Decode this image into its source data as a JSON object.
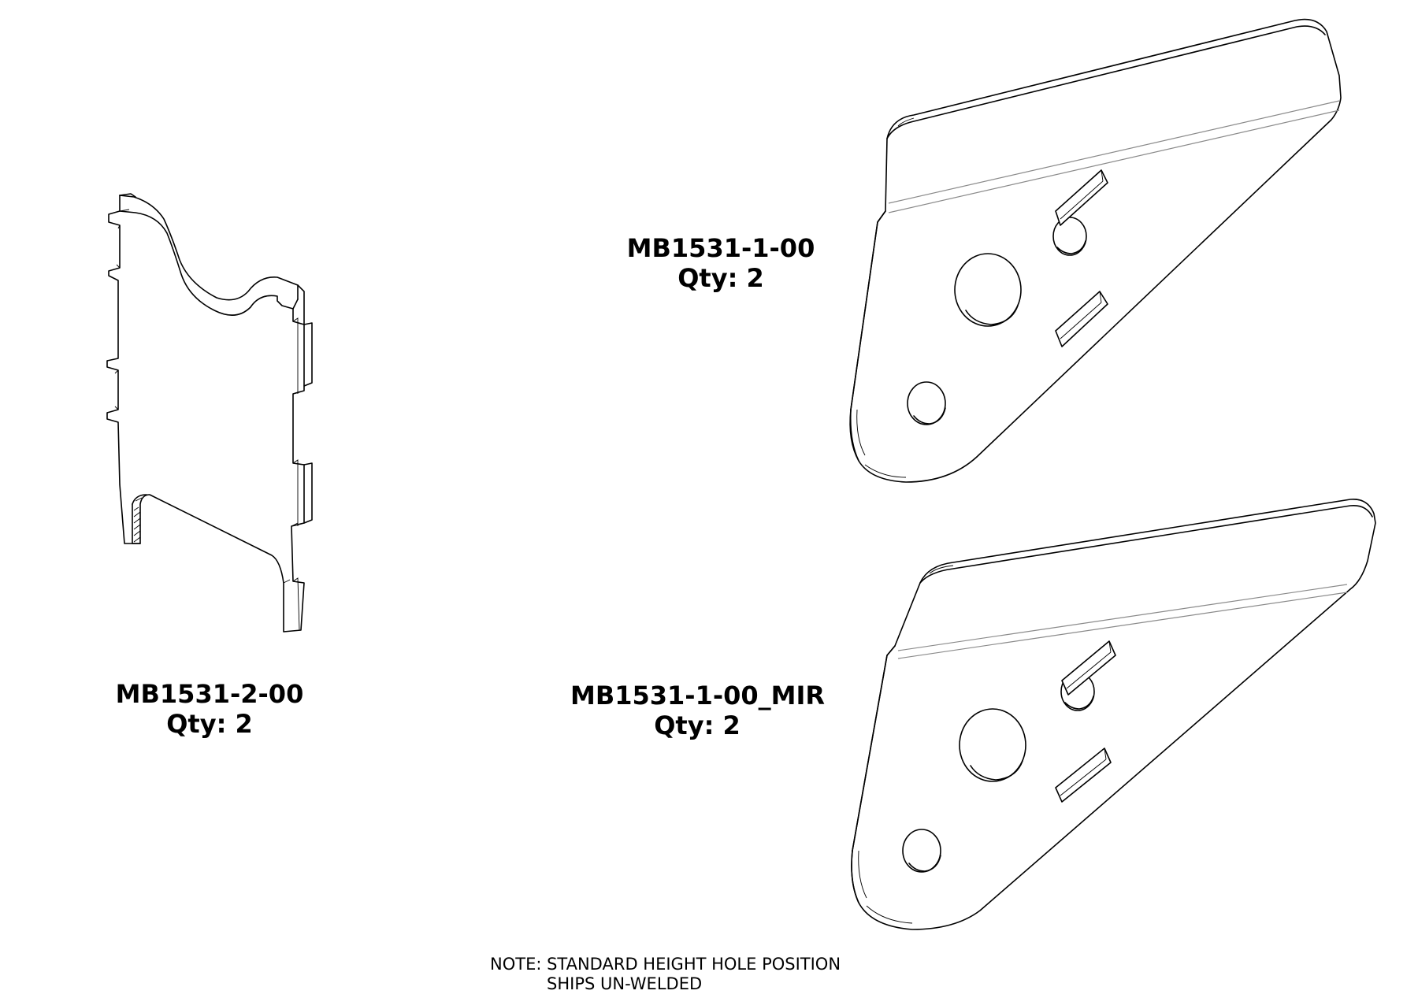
{
  "parts": [
    {
      "id": "MB1531-2-00",
      "qty_label": "Qty: 2"
    },
    {
      "id": "MB1531-1-00",
      "qty_label": "Qty: 2"
    },
    {
      "id": "MB1531-1-00_MIR",
      "qty_label": "Qty: 2"
    }
  ],
  "note": {
    "line1": "NOTE: STANDARD HEIGHT HOLE POSITION",
    "line2": "SHIPS UN-WELDED"
  },
  "colors": {
    "line": "#000000",
    "bend_line": "#8a8a8a",
    "background": "#ffffff"
  }
}
